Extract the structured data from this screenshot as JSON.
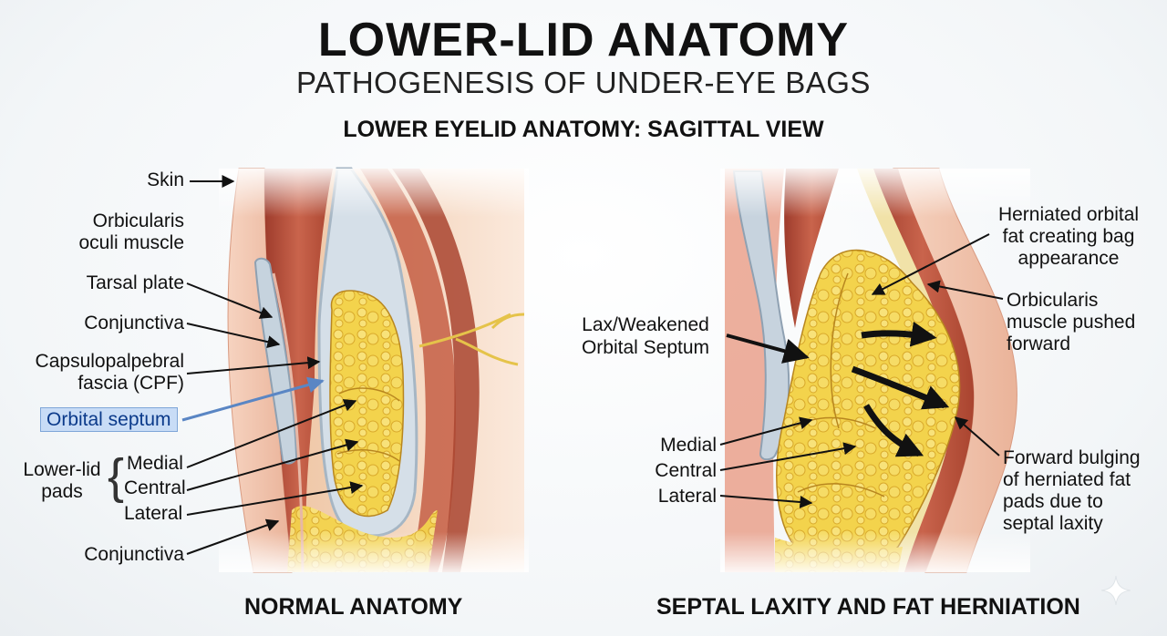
{
  "header": {
    "title": "LOWER-LID ANATOMY",
    "subtitle": "PATHOGENESIS OF UNDER-EYE BAGS",
    "section_title": "LOWER EYELID ANATOMY: SAGITTAL VIEW"
  },
  "left_panel": {
    "caption": "NORMAL ANATOMY",
    "labels": {
      "skin": "Skin",
      "orbicularis_1": "Orbicularis",
      "orbicularis_2": "oculi muscle",
      "tarsal_plate": "Tarsal plate",
      "conjunctiva_top": "Conjunctiva",
      "cpf_1": "Capsulopalpebral",
      "cpf_2": "fascia (CPF)",
      "orbital_septum": "Orbital septum",
      "pads_1": "Lower-lid",
      "pads_2": "pads",
      "medial": "Medial",
      "central": "Central",
      "lateral": "Lateral",
      "conjunctiva_bottom": "Conjunctiva"
    }
  },
  "right_panel": {
    "caption": "SEPTAL LAXITY AND FAT HERNIATION",
    "labels": {
      "lax_1": "Lax/Weakened",
      "lax_2": "Orbital Septum",
      "herniated_1": "Herniated orbital",
      "herniated_2": "fat creating bag",
      "herniated_3": "appearance",
      "orb_1": "Orbicularis",
      "orb_2": "muscle pushed",
      "orb_3": "forward",
      "medial": "Medial",
      "central": "Central",
      "lateral": "Lateral",
      "bulge_1": "Forward bulging",
      "bulge_2": "of herniated fat",
      "bulge_3": "pads due to",
      "bulge_4": "septal laxity"
    }
  },
  "colors": {
    "skin": "#f2c6ae",
    "muscle": "#b5503c",
    "fat": "#f2d24a",
    "septum": "#d2dde6",
    "highlight": "#c8dcf6"
  }
}
